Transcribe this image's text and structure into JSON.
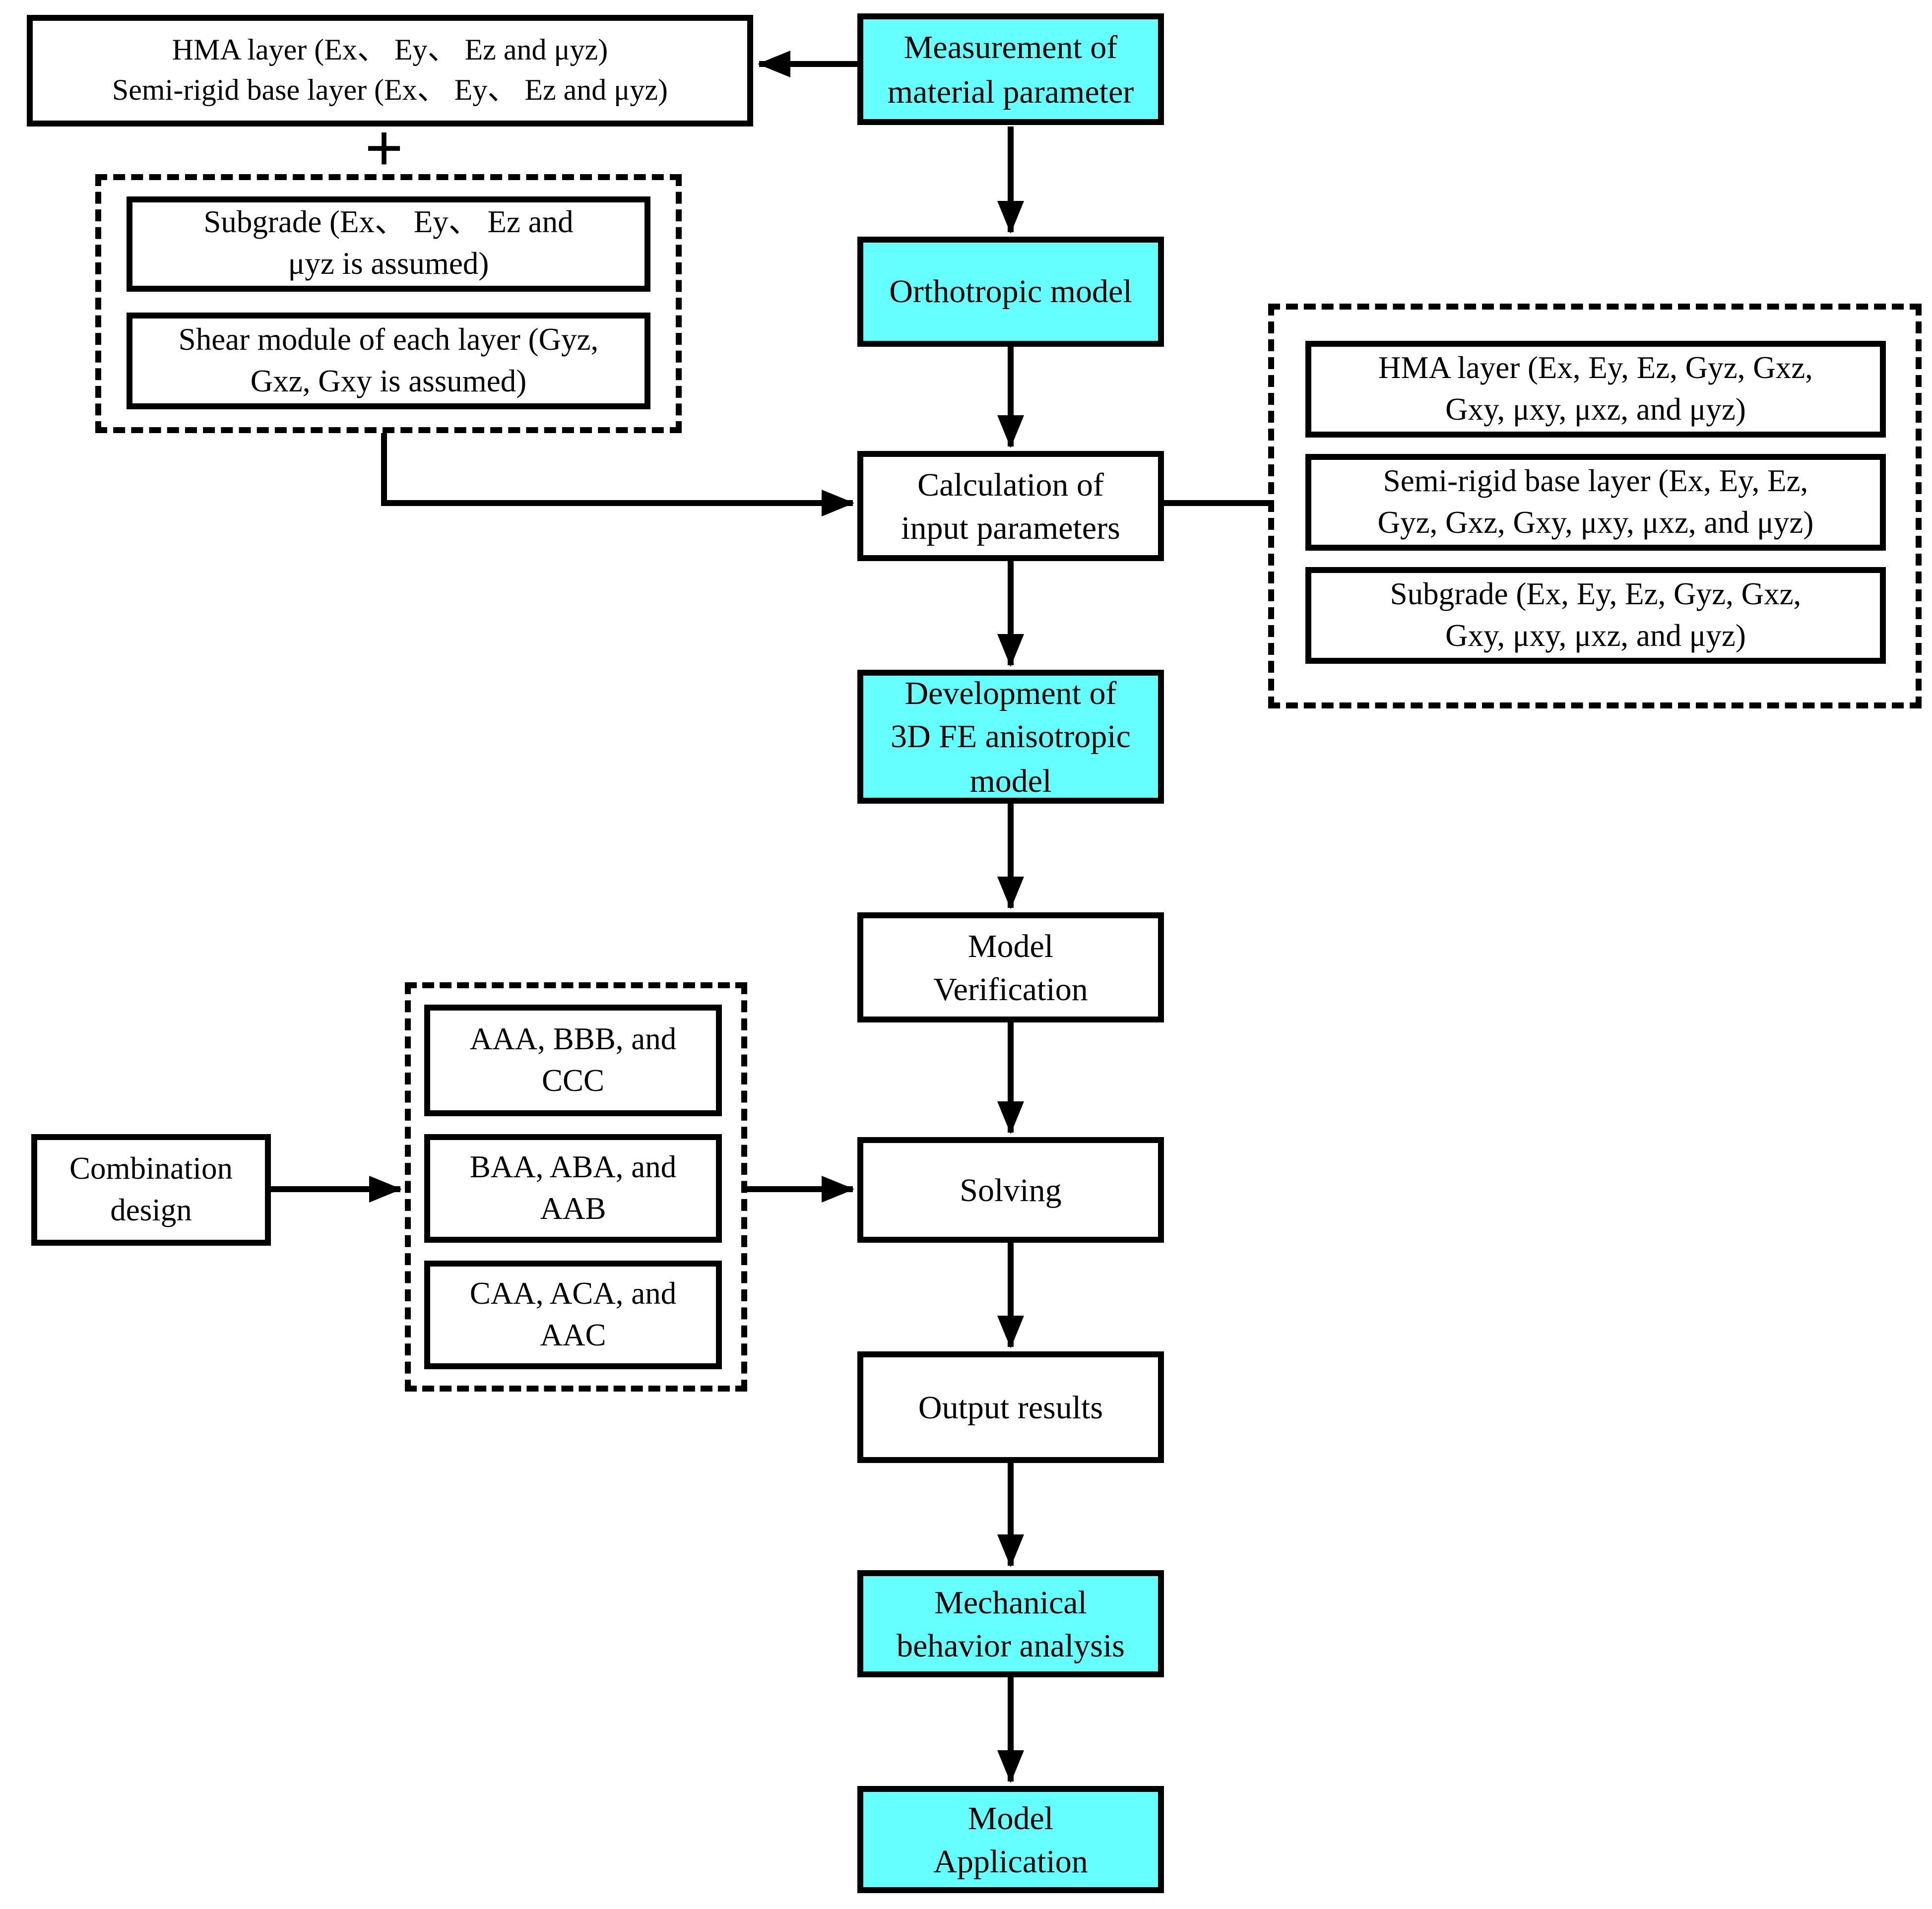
{
  "title": "Flowchart of anisotropic pavement FE model development",
  "colors": {
    "highlight_fill": "#66ffff",
    "box_fill": "#ffffff",
    "line": "#000000"
  },
  "nodes": {
    "hma_semi_measured": "HMA layer (Ex、 Ey、 Ez and μyz)\nSemi-rigid base layer (Ex、 Ey、 Ez and μyz)",
    "plus": "+",
    "subgrade_assumed": "Subgrade (Ex、 Ey、 Ez and\nμyz  is assumed)",
    "shear_assumed": "Shear module of each layer (Gyz,\nGxz, Gxy is assumed)",
    "measurement": "Measurement of\nmaterial parameter",
    "orthotropic": "Orthotropic model",
    "calculation": "Calculation of\ninput parameters",
    "hma_full": "HMA layer (Ex, Ey, Ez, Gyz, Gxz,\nGxy,  μxy, μxz, and μyz)",
    "semirigid_full": "Semi-rigid base layer (Ex, Ey, Ez,\nGyz, Gxz, Gxy,  μxy, μxz, and μyz)",
    "subgrade_full": "Subgrade (Ex, Ey, Ez, Gyz, Gxz,\nGxy,  μxy, μxz, and μyz)",
    "development": "Development of\n3D FE anisotropic\nmodel",
    "verification": "Model\nVerification",
    "combination": "Combination\ndesign",
    "group_aaa": "AAA, BBB, and\nCCC",
    "group_baa": "BAA, ABA, and\nAAB",
    "group_caa": "CAA, ACA, and\nAAC",
    "solving": "Solving",
    "output": "Output results",
    "mechanical": "Mechanical\nbehavior analysis",
    "application": "Model\nApplication"
  }
}
